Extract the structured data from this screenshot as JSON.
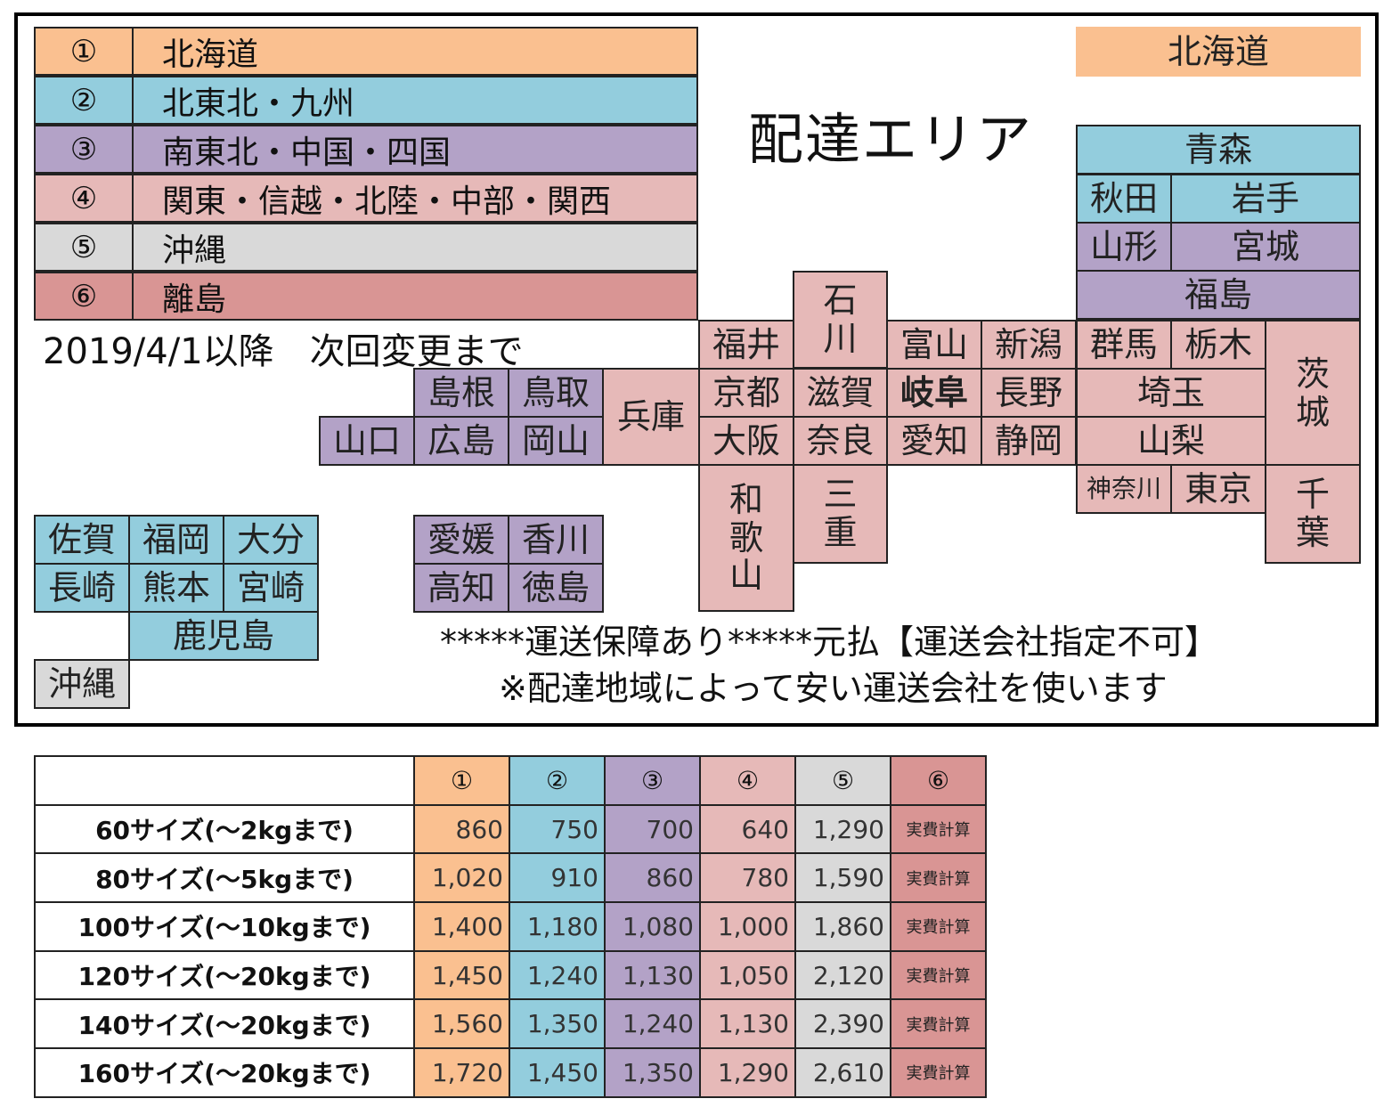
{
  "title": "配達エリア",
  "date_note": "2019/4/1以降　次回変更まで",
  "colors": {
    "zone1": "#FAC090",
    "zone2": "#93CDDD",
    "zone3": "#B3A2C7",
    "zone4": "#E6B9B8",
    "zone5": "#D9D9D9",
    "zone6": "#D99594"
  },
  "legend": [
    {
      "num": "①",
      "label": "北海道"
    },
    {
      "num": "②",
      "label": "北東北・九州"
    },
    {
      "num": "③",
      "label": "南東北・中国・四国"
    },
    {
      "num": "④",
      "label": "関東・信越・北陸・中部・関西"
    },
    {
      "num": "⑤",
      "label": "沖縄"
    },
    {
      "num": "⑥",
      "label": "離島"
    }
  ],
  "prefectures": {
    "hokkaido": "北海道",
    "aomori": "青森",
    "akita": "秋田",
    "iwate": "岩手",
    "yamagata": "山形",
    "miyagi": "宮城",
    "fukushima": "福島",
    "ishikawa": [
      "石",
      "川"
    ],
    "fukui": "福井",
    "toyama": "富山",
    "niigata": "新潟",
    "gunma": "群馬",
    "tochigi": "栃木",
    "ibaraki": [
      "茨",
      "城"
    ],
    "shimane": "島根",
    "tottori": "鳥取",
    "hyogo": "兵庫",
    "kyoto": "京都",
    "shiga": "滋賀",
    "gifu": "岐阜",
    "nagano": "長野",
    "saitama": "埼玉",
    "yamaguchi": "山口",
    "hiroshima": "広島",
    "okayama": "岡山",
    "osaka": "大阪",
    "nara": "奈良",
    "aichi": "愛知",
    "shizuoka": "静岡",
    "yamanashi": "山梨",
    "wakayama": [
      "和",
      "歌",
      "山"
    ],
    "mie": [
      "三",
      "重"
    ],
    "kanagawa": "神奈川",
    "tokyo": "東京",
    "chiba": [
      "千",
      "葉"
    ],
    "saga": "佐賀",
    "fukuoka": "福岡",
    "oita": "大分",
    "nagasaki": "長崎",
    "kumamoto": "熊本",
    "miyazaki": "宮崎",
    "kagoshima": "鹿児島",
    "okinawa": "沖縄",
    "ehime": "愛媛",
    "kagawa": "香川",
    "kochi": "高知",
    "tokushima": "徳島"
  },
  "notes": {
    "line1": "*****運送保障あり*****元払【運送会社指定不可】",
    "line2": "※配達地域によって安い運送会社を使います"
  },
  "price_table": {
    "headers": [
      "①",
      "②",
      "③",
      "④",
      "⑤",
      "⑥"
    ],
    "rows": [
      {
        "label": "60サイズ(～2kgまで)",
        "values": [
          "860",
          "750",
          "700",
          "640",
          "1,290",
          "実費計算"
        ]
      },
      {
        "label": "80サイズ(～5kgまで)",
        "values": [
          "1,020",
          "910",
          "860",
          "780",
          "1,590",
          "実費計算"
        ]
      },
      {
        "label": "100サイズ(～10kgまで)",
        "values": [
          "1,400",
          "1,180",
          "1,080",
          "1,000",
          "1,860",
          "実費計算"
        ]
      },
      {
        "label": "120サイズ(～20kgまで)",
        "values": [
          "1,450",
          "1,240",
          "1,130",
          "1,050",
          "2,120",
          "実費計算"
        ]
      },
      {
        "label": "140サイズ(～20kgまで)",
        "values": [
          "1,560",
          "1,350",
          "1,240",
          "1,130",
          "2,390",
          "実費計算"
        ]
      },
      {
        "label": "160サイズ(～20kgまで)",
        "values": [
          "1,720",
          "1,450",
          "1,350",
          "1,290",
          "2,610",
          "実費計算"
        ]
      }
    ]
  }
}
